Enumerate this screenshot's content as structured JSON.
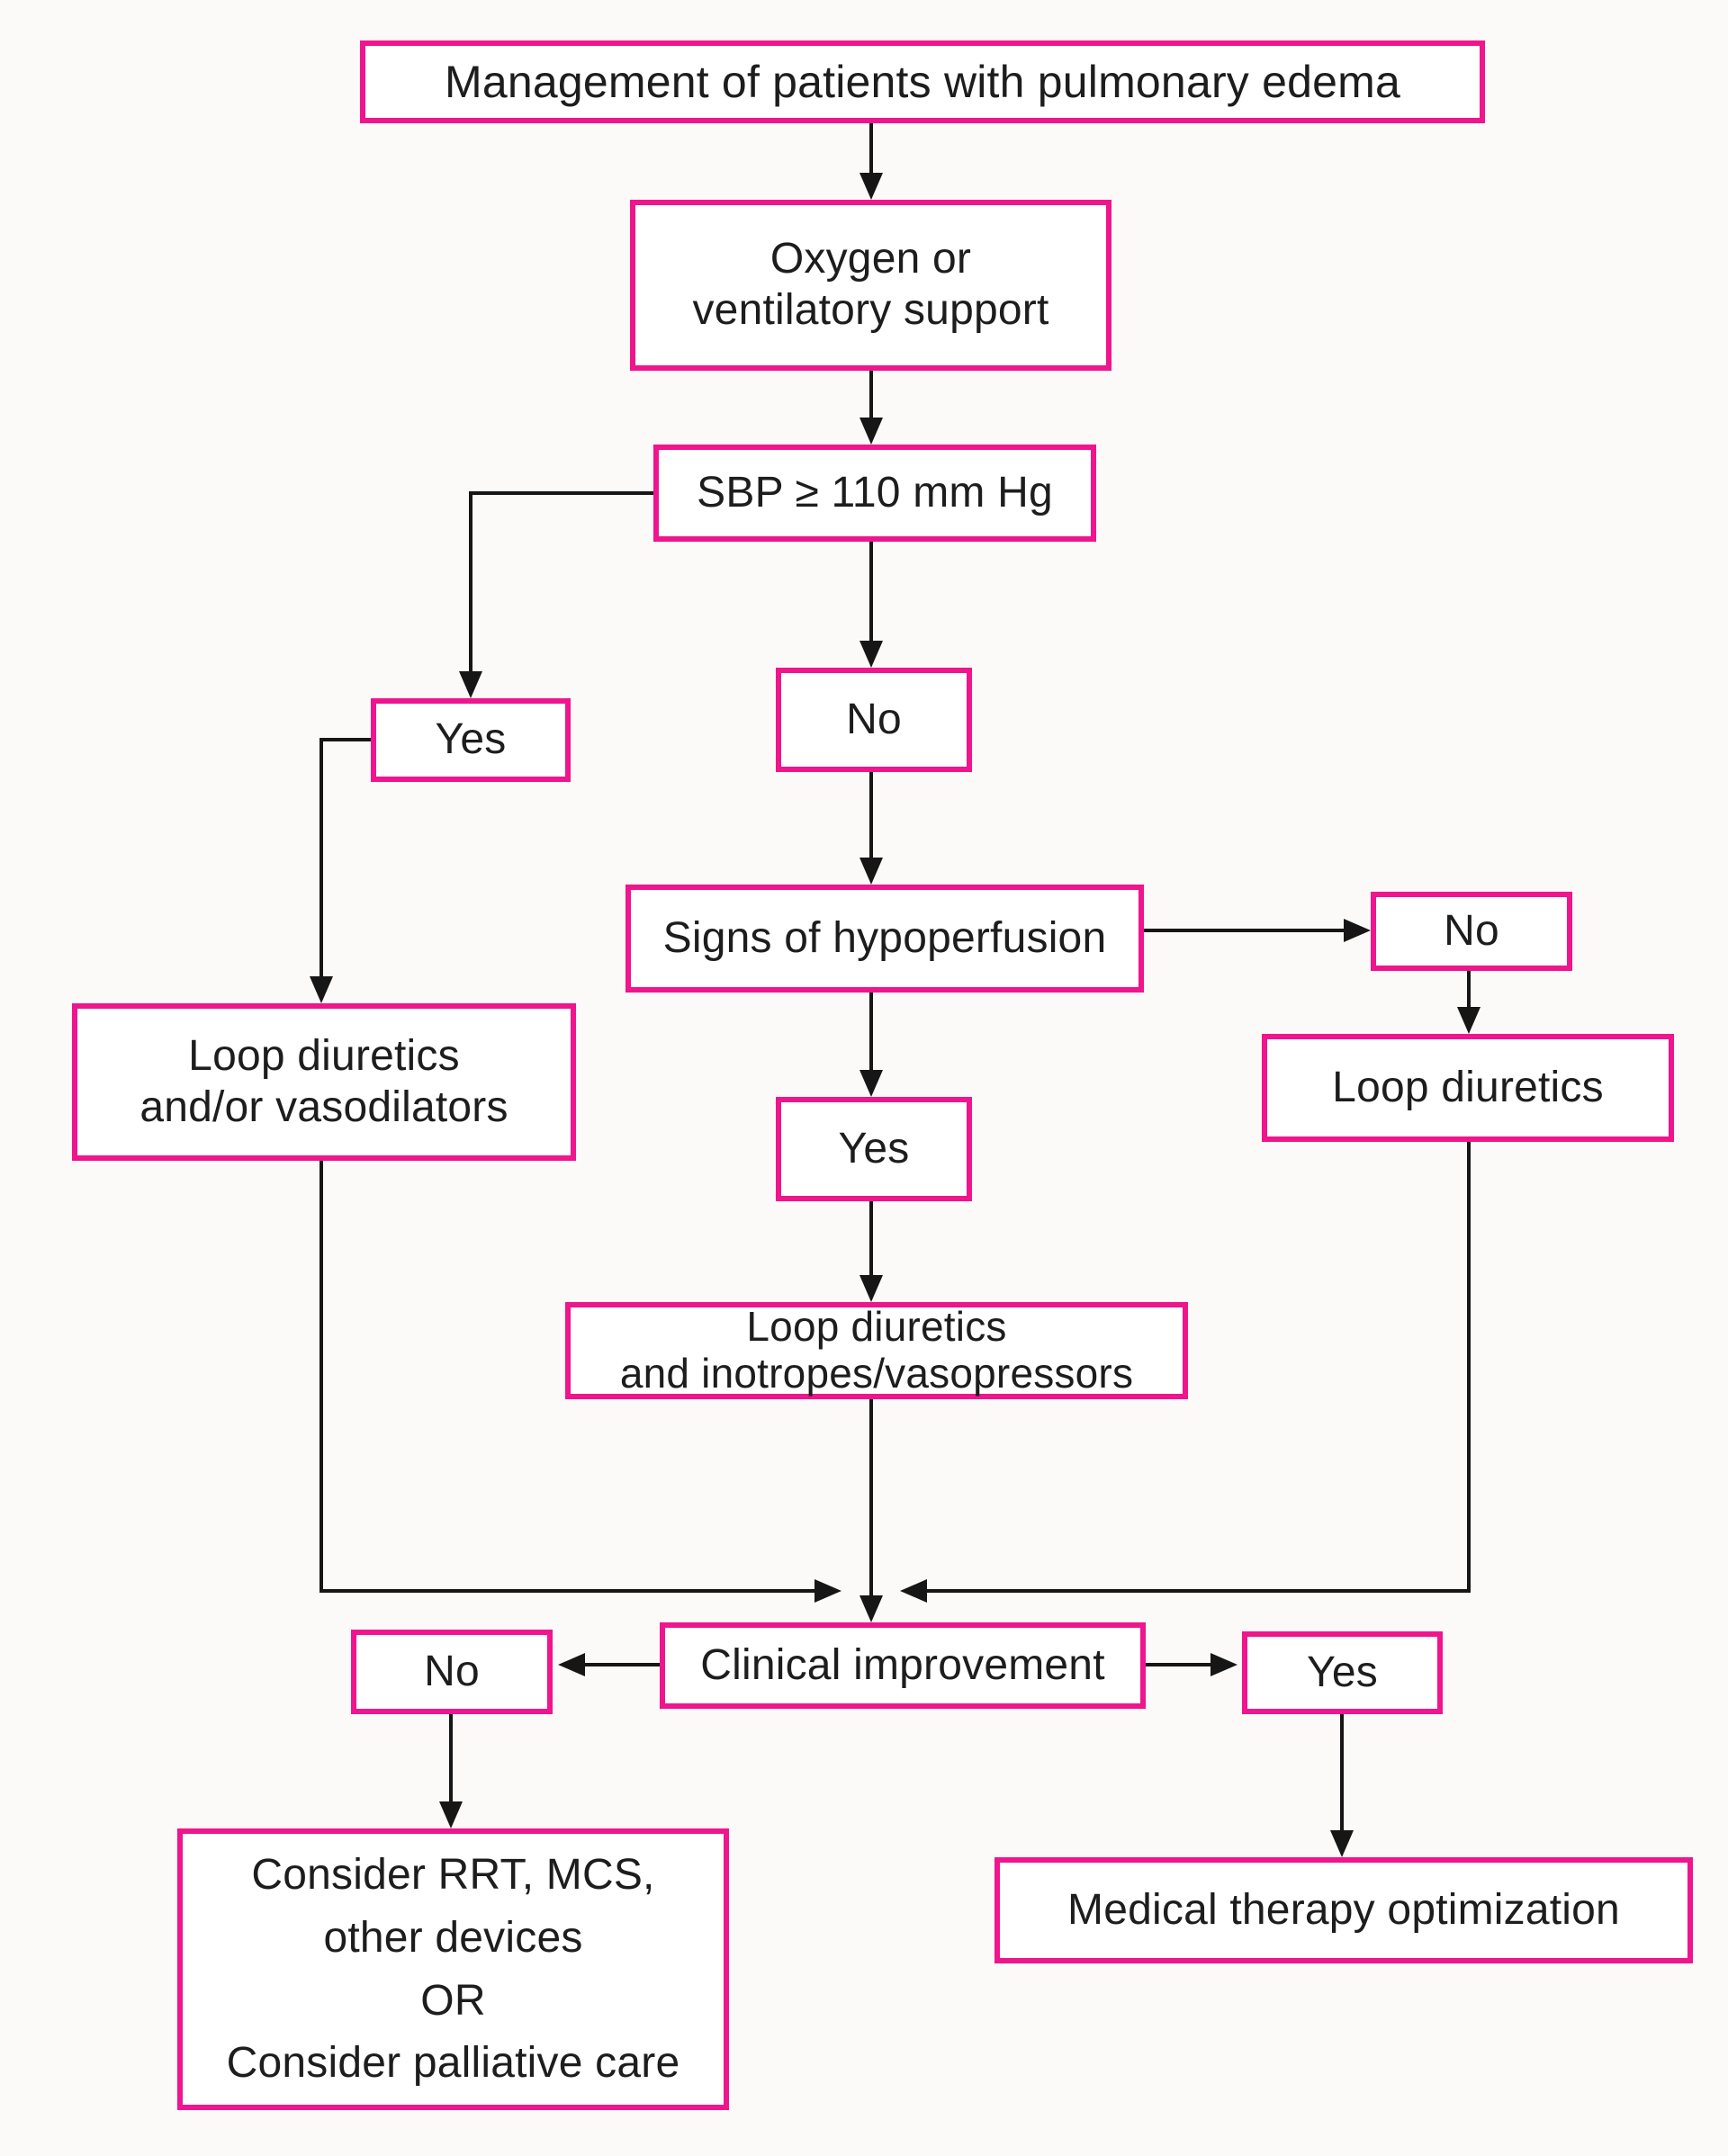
{
  "diagram": {
    "title": "Management of patients with pulmonary edema",
    "nodes": {
      "title": {
        "label": "Management of patients with pulmonary edema"
      },
      "oxygen": {
        "lines": [
          "Oxygen or",
          "ventilatory support"
        ]
      },
      "sbp": {
        "label": "SBP ≥ 110 mm Hg"
      },
      "yes_left": {
        "label": "Yes"
      },
      "no_mid": {
        "label": "No"
      },
      "signs": {
        "label": "Signs of hypoperfusion"
      },
      "no_right": {
        "label": "No"
      },
      "loop_right": {
        "label": "Loop diuretics"
      },
      "yes_mid": {
        "label": "Yes"
      },
      "loop_left": {
        "lines": [
          "Loop diuretics",
          "and/or vasodilators"
        ]
      },
      "inotropes": {
        "lines": [
          "Loop diuretics",
          "and inotropes/vasopressors"
        ]
      },
      "clinical": {
        "label": "Clinical improvement"
      },
      "no_bottom": {
        "label": "No"
      },
      "yes_bottom": {
        "label": "Yes"
      },
      "consider": {
        "lines": [
          "Consider RRT, MCS,",
          "other devices",
          "OR",
          "Consider palliative care"
        ]
      },
      "medical": {
        "label": "Medical therapy optimization"
      }
    },
    "colors": {
      "box_border": "#EF158D",
      "box_fill": "#FFFFFF",
      "connector": "#161616",
      "text": "#1D1D1D",
      "background": "#FBFAF8"
    }
  }
}
